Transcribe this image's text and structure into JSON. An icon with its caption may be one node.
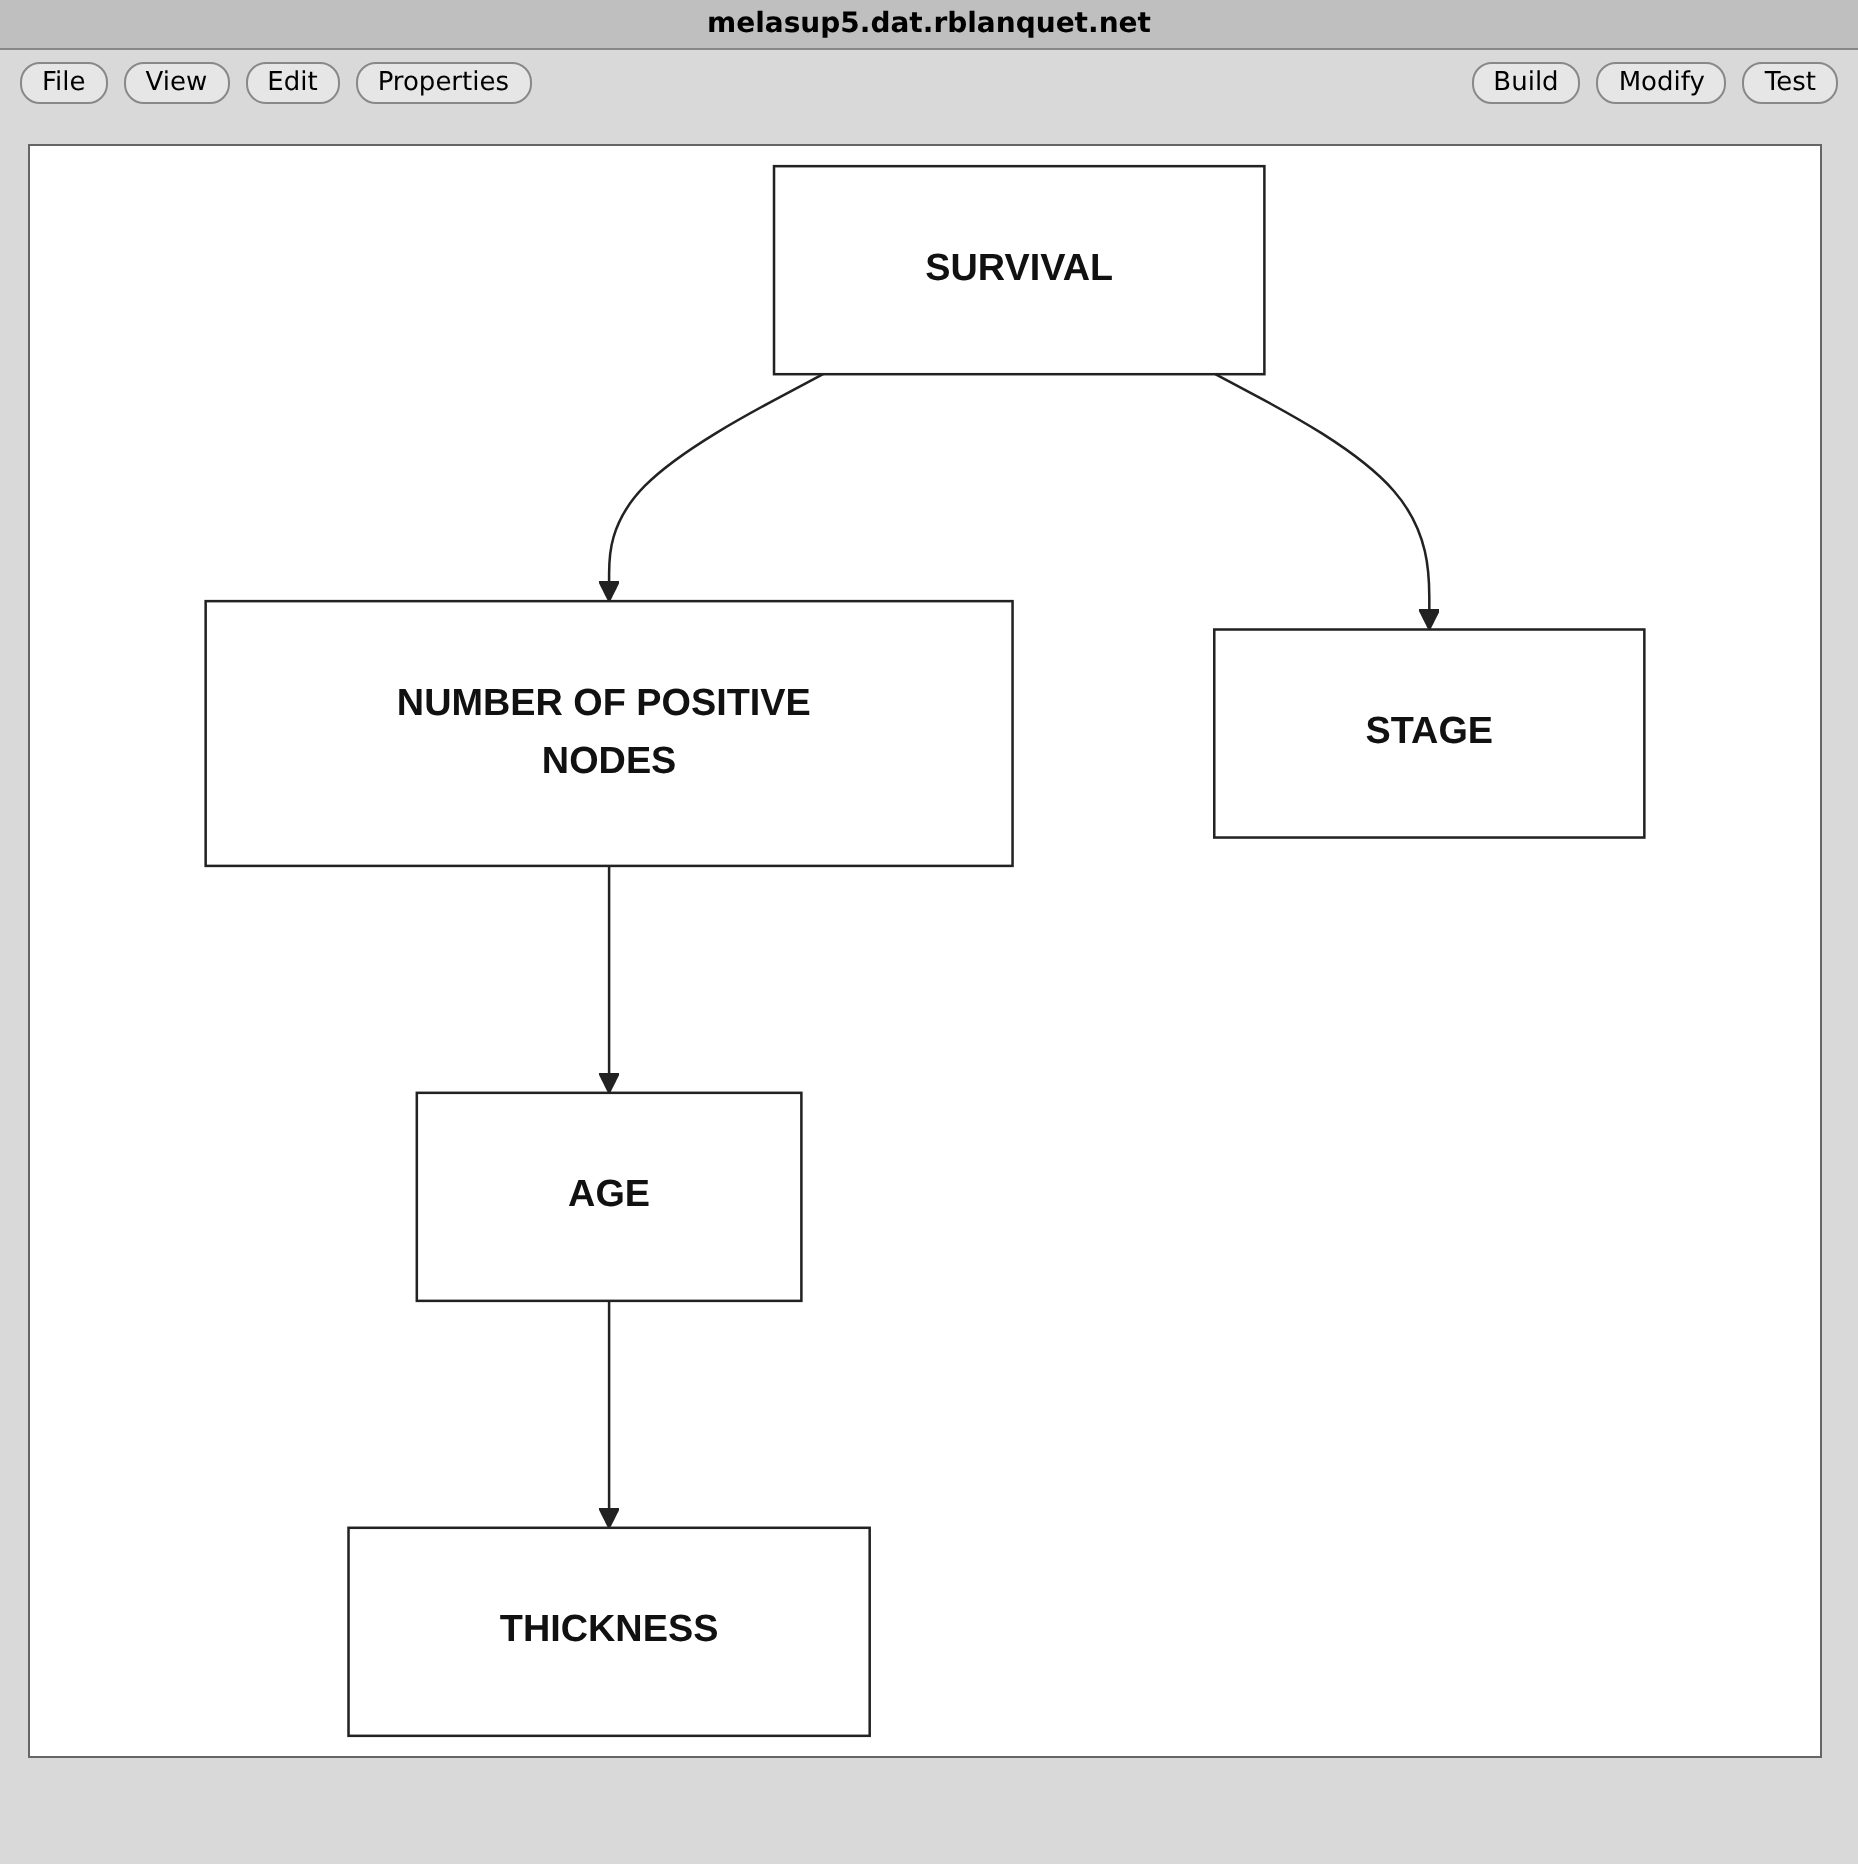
{
  "diagram": {
    "title": "melasup5.dat.rblanquet.net",
    "nodes": [
      {
        "text": [
          "SURVIVAL"
        ]
      },
      {
        "text": [
          "NUMBER OF POSITIVE NODES"
        ]
      },
      {
        "text": [
          "STAGE"
        ]
      },
      {
        "text": [
          "AGE"
        ]
      },
      {
        "text": [
          "THICKNESS"
        ]
      }
    ],
    "edges": [
      {
        "from": 0,
        "to": 1,
        "arrow": "to"
      },
      {
        "from": 0,
        "to": 2,
        "arrow": "to"
      },
      {
        "from": 1,
        "to": 3,
        "arrow": "to"
      },
      {
        "from": 3,
        "to": 4,
        "arrow": "to"
      }
    ],
    "labels": [
      "File",
      "View",
      "Edit",
      "Properties",
      "Build",
      "Modify",
      "Test"
    ]
  }
}
